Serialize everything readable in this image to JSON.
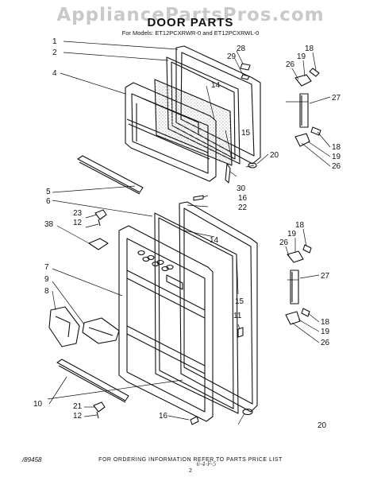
{
  "watermark": "AppliancePartsPros.com",
  "title": "DOOR PARTS",
  "models_line": "For Models: ET12PCXRWR-0 and ET12PCXRWL-0",
  "footer_note": "FOR ORDERING INFORMATION REFER TO PARTS PRICE LIST",
  "page_number": "2",
  "doc_id": "/89458",
  "handwritten_note": "6-4-F-5",
  "callouts": {
    "c1": "1",
    "c2": "2",
    "c4": "4",
    "c5": "5",
    "c6": "6",
    "c7": "7",
    "c8": "8",
    "c9": "9",
    "c10": "10",
    "c11": "11",
    "c12a": "12",
    "c12b": "12",
    "c14a": "14",
    "c14b": "14",
    "c15a": "15",
    "c15b": "15",
    "c16a": "16",
    "c16b": "16",
    "c18a": "18",
    "c18b": "18",
    "c18c": "18",
    "c18d": "18",
    "c19a": "19",
    "c19b": "19",
    "c19c": "19",
    "c19d": "19",
    "c20a": "20",
    "c20b": "20",
    "c21": "21",
    "c22": "22",
    "c23": "23",
    "c26a": "26",
    "c26b": "26",
    "c26c": "26",
    "c26d": "26",
    "c27a": "27",
    "c27b": "27",
    "c28": "28",
    "c29": "29",
    "c30": "30",
    "c38": "38"
  },
  "colors": {
    "ink": "#111111",
    "watermark": "#c9c9c9",
    "insulation": "#888888"
  }
}
